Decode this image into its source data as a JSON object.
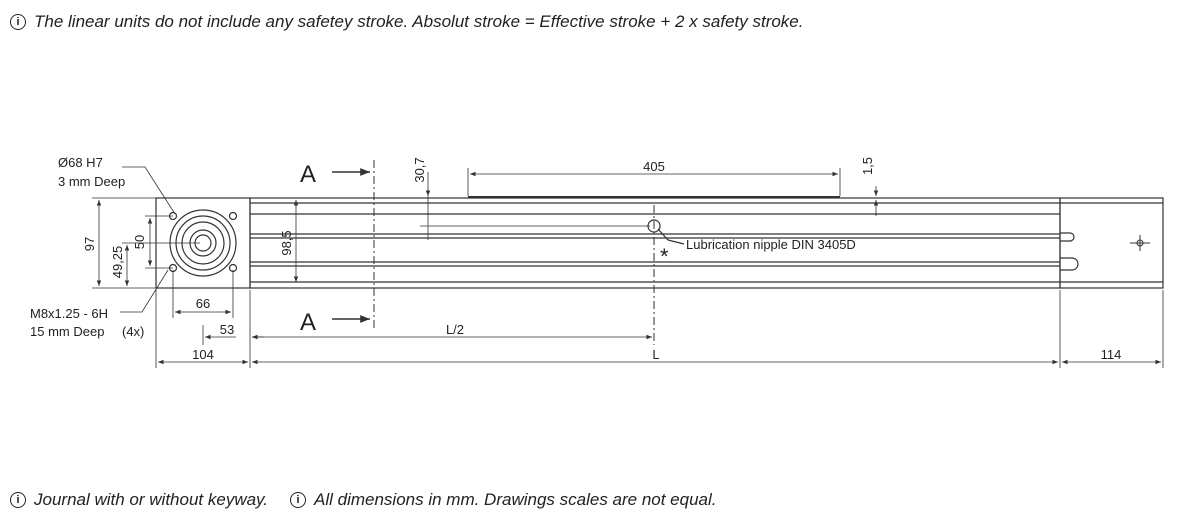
{
  "notes": {
    "top": "The linear units do not include any safetey stroke. Absolut stroke = Effective stroke + 2 x safety stroke.",
    "journal": "Journal with or without keyway.",
    "dimensions": "All dimensions in mm. Drawings scales are not equal."
  },
  "icons": {
    "note": "info-icon",
    "section_arrow": "arrow-right-icon",
    "lubrication": "asterisk-icon",
    "end_cap": "crosshair-icon"
  },
  "drawing": {
    "bore_label": "Ø68 H7",
    "bore_depth": "3 mm Deep",
    "thread_label": "M8x1.25 - 6H",
    "thread_depth": "15 mm Deep",
    "thread_count": "(4x)",
    "section_left_top": "A",
    "section_left_bottom": "A",
    "dim_97": "97",
    "dim_49_25": "49,25",
    "dim_50": "50",
    "dim_66": "66",
    "dim_53": "53",
    "dim_104": "104",
    "dim_98_5": "98,5",
    "dim_30_7": "30,7",
    "dim_405": "405",
    "dim_1_5": "1,5",
    "dim_L_half": "L/2",
    "dim_L": "L",
    "dim_114": "114",
    "lubrication": "Lubrication nipple DIN 3405D",
    "asterisk": "*"
  },
  "colors": {
    "line": "#333333",
    "text": "#222222"
  }
}
